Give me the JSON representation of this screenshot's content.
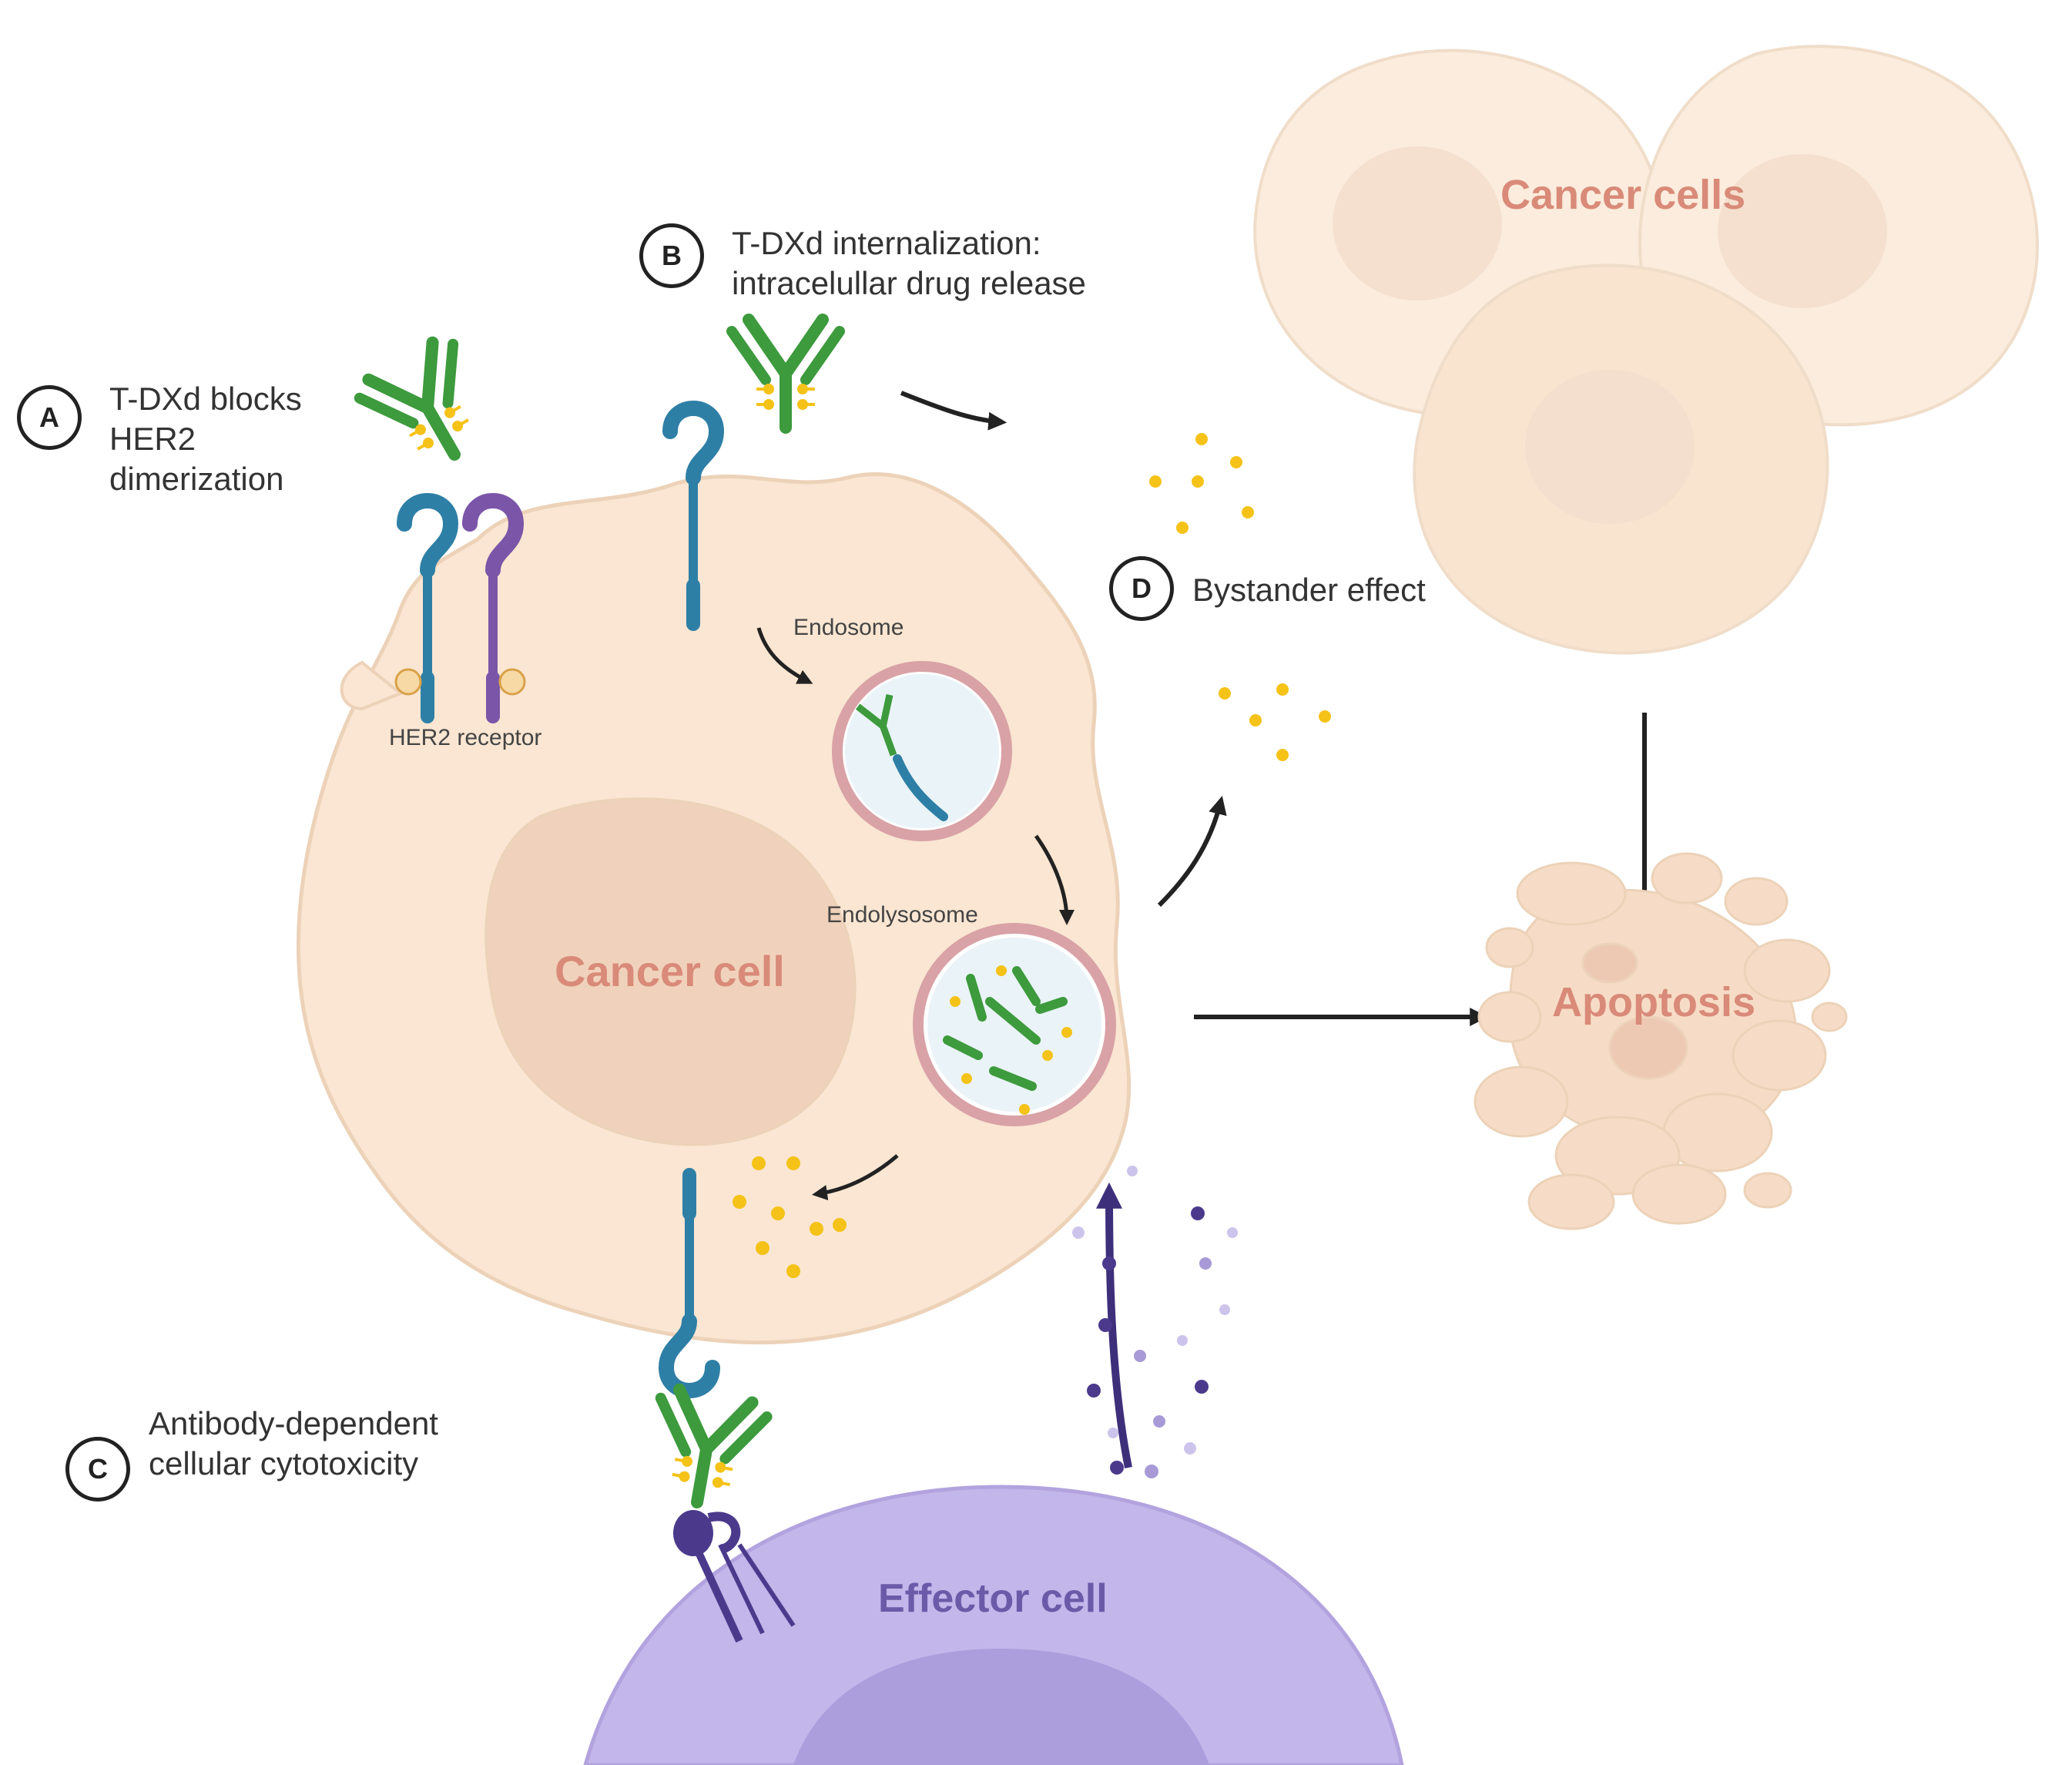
{
  "steps": {
    "a": {
      "letter": "A",
      "line1": "T-DXd blocks",
      "line2": "HER2",
      "line3": "dimerization"
    },
    "b": {
      "letter": "B",
      "line1": "T-DXd internalization:",
      "line2": "intracelullar drug release"
    },
    "c": {
      "letter": "C",
      "line1": "Antibody-dependent",
      "line2": "cellular cytotoxicity"
    },
    "d": {
      "letter": "D",
      "line1": "Bystander effect"
    }
  },
  "labels": {
    "her2_receptor": "HER2 receptor",
    "endosome": "Endosome",
    "endolysosome": "Endolysosome",
    "cancer_cell": "Cancer cell",
    "cancer_cells": "Cancer cells",
    "apoptosis": "Apoptosis",
    "effector_cell": "Effector cell"
  },
  "colors": {
    "cell_fill": "#fae6d2",
    "cell_stroke": "#ecd2b8",
    "nucleus_fill": "#f0d2bc",
    "cancer_text": "#d98a78",
    "antibody_green": "#3d9a3d",
    "payload_yellow": "#f5c218",
    "her2_blue": "#2e7fa6",
    "her2_purple": "#7a55a8",
    "effector_fill": "#c3b6ea",
    "effector_text": "#6a5aa8",
    "endosome_ring": "#d9a2a6"
  }
}
